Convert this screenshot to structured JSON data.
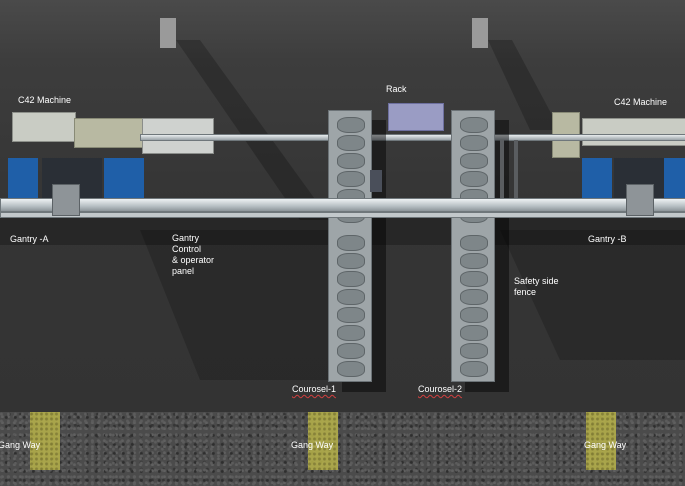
{
  "labels": {
    "c42_left": "C42 Machine",
    "c42_right": "C42 Machine",
    "rack": "Rack",
    "gantry_a": "Gantry -A",
    "gantry_b": "Gantry -B",
    "gantry_control": "Gantry\nControl\n& operator\npanel",
    "safety_fence": "Safety side\nfence",
    "carousel_1": "Courosel-1",
    "carousel_2": "Courosel-2",
    "gangway_1": "Gang Way",
    "gangway_2": "Gang Way",
    "gangway_3": "Gang Way"
  },
  "colors": {
    "floor": "#3a3a3a",
    "gravel": "#4b4b4b",
    "gangway": "#b9b44a",
    "machine_blue": "#1f5fa8",
    "rack": "#9a9cc4",
    "carousel": "#9ea5a8",
    "rail": "#d9dee1"
  }
}
